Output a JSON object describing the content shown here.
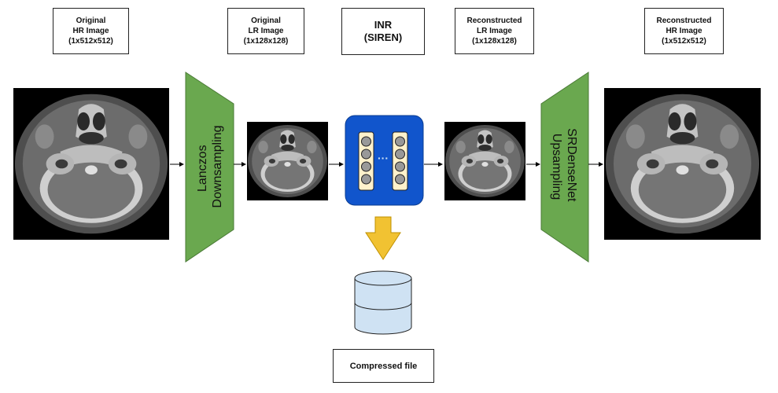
{
  "labels": {
    "original_hr": [
      "Original",
      "HR Image",
      "(1x512x512)"
    ],
    "original_lr": [
      "Original",
      "LR Image",
      "(1x128x128)"
    ],
    "inr": [
      "INR",
      "(SIREN)"
    ],
    "reconstructed_lr": [
      "Reconstructed",
      "LR Image",
      "(1x128x128)"
    ],
    "reconstructed_hr": [
      "Reconstructed",
      "HR Image",
      "(1x512x512)"
    ],
    "compressed_file": "Compressed file"
  },
  "blocks": {
    "downsampling": [
      "Lanczos",
      "Downsampling"
    ],
    "upsampling": [
      "SRDenseNet",
      "Upsampling"
    ],
    "network_ellipsis": "···"
  },
  "colors": {
    "block_green": "#6aa84f",
    "block_green_stroke": "#4a7a36",
    "inr_blue": "#1155cc",
    "neuron_column": "#fff2cc",
    "neuron": "#999999",
    "arrow_down": "#f1c232",
    "database": "#cfe2f3",
    "ct_background": "#000000"
  }
}
